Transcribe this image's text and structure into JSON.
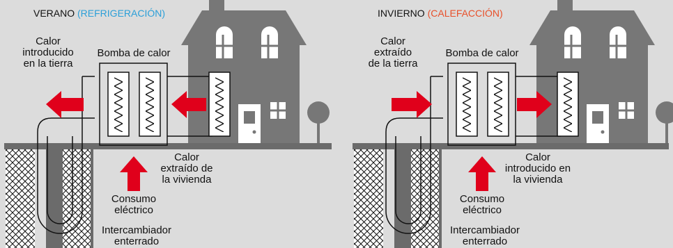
{
  "colors": {
    "background": "#dcdcdc",
    "house": "#777777",
    "ground": "#6b6b6b",
    "arrow": "#e0001b",
    "summer_accent": "#2b9fd8",
    "winter_accent": "#e8502a"
  },
  "summer": {
    "title": "VERANO",
    "mode": "(REFRIGERACIÓN)",
    "heat_pump": "Bomba de calor",
    "ground_heat": "Calor\nintroducido\nen la tierra",
    "home_heat": "Calor\nextraído de\nla vivienda",
    "consumption": "Consumo\neléctrico",
    "exchanger": "Intercambiador\nenterrado"
  },
  "winter": {
    "title": "INVIERNO",
    "mode": "(CALEFACCIÓN)",
    "heat_pump": "Bomba de calor",
    "ground_heat": "Calor\nextraído\nde la tierra",
    "home_heat": "Calor\nintroducido en\nla vivienda",
    "consumption": "Consumo\neléctrico",
    "exchanger": "Intercambiador\nenterrado"
  }
}
